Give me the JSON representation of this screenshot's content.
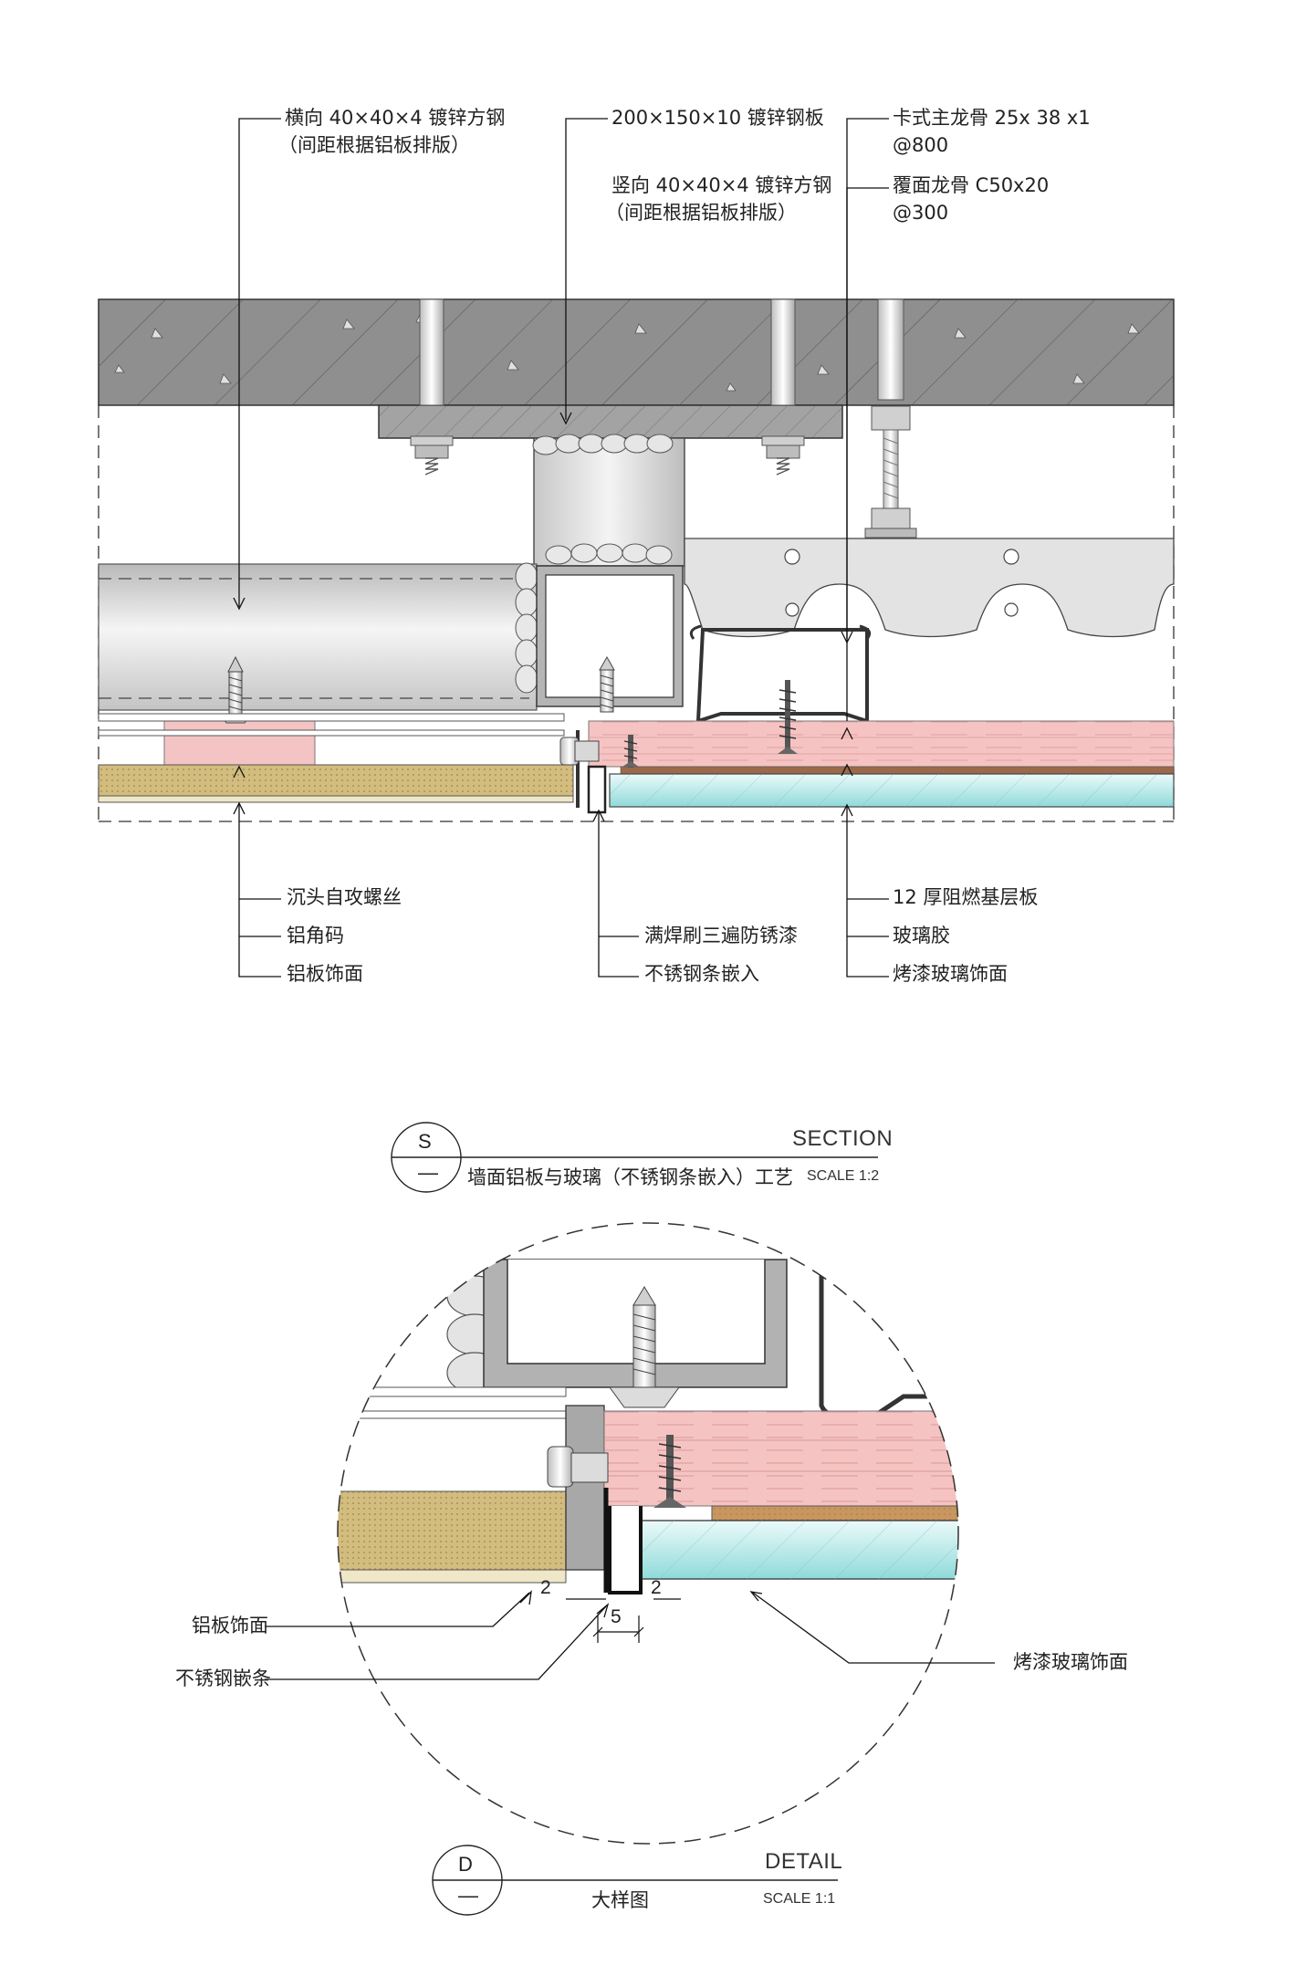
{
  "section": {
    "top_labels": {
      "left_line1": "横向 40×40×4 镀锌方钢",
      "left_line2": "（间距根据铝板排版）",
      "mid_line1": "200×150×10 镀锌钢板",
      "mid_line2": "竖向 40×40×4 镀锌方钢",
      "mid_line3": "（间距根据铝板排版）",
      "right_line1": "卡式主龙骨 25x 38 x1",
      "right_line2": "@800",
      "right_line3": "覆面龙骨 C50x20",
      "right_line4": "@300"
    },
    "bottom_labels": {
      "left": [
        "沉头自攻螺丝",
        "铝角码",
        "铝板饰面"
      ],
      "mid": [
        "满焊刷三遍防锈漆",
        "不锈钢条嵌入"
      ],
      "right": [
        "12 厚阻燃基层板",
        "玻璃胶",
        "烤漆玻璃饰面"
      ]
    },
    "title": {
      "symbol_letter": "S",
      "symbol_sub": "—",
      "name_en": "SECTION",
      "name_cn": "墙面铝板与玻璃（不锈钢条嵌入）工艺",
      "scale": "SCALE 1:2"
    }
  },
  "detail": {
    "labels": {
      "aluminum_panel": "铝板饰面",
      "stainless_strip": "不锈钢嵌条",
      "lacquered_glass": "烤漆玻璃饰面"
    },
    "dims": {
      "gap_left": "2",
      "gap_right": "2",
      "strip_width": "5"
    },
    "title": {
      "symbol_letter": "D",
      "symbol_sub": "—",
      "name_en": "DETAIL",
      "name_cn": "大样图",
      "scale": "SCALE 1:1"
    }
  },
  "colors": {
    "concrete": "#8f8f8f",
    "steel_plate": "#9d9d9d",
    "aluminum_gray": "#cfcfcf",
    "bracket_pink": "#f4c4c4",
    "board_pink": "#f6c3c3",
    "aluminum_panel": "#d2bc7e",
    "glass": "#a8e4e4",
    "glue_brown": "#9a6a4a"
  }
}
